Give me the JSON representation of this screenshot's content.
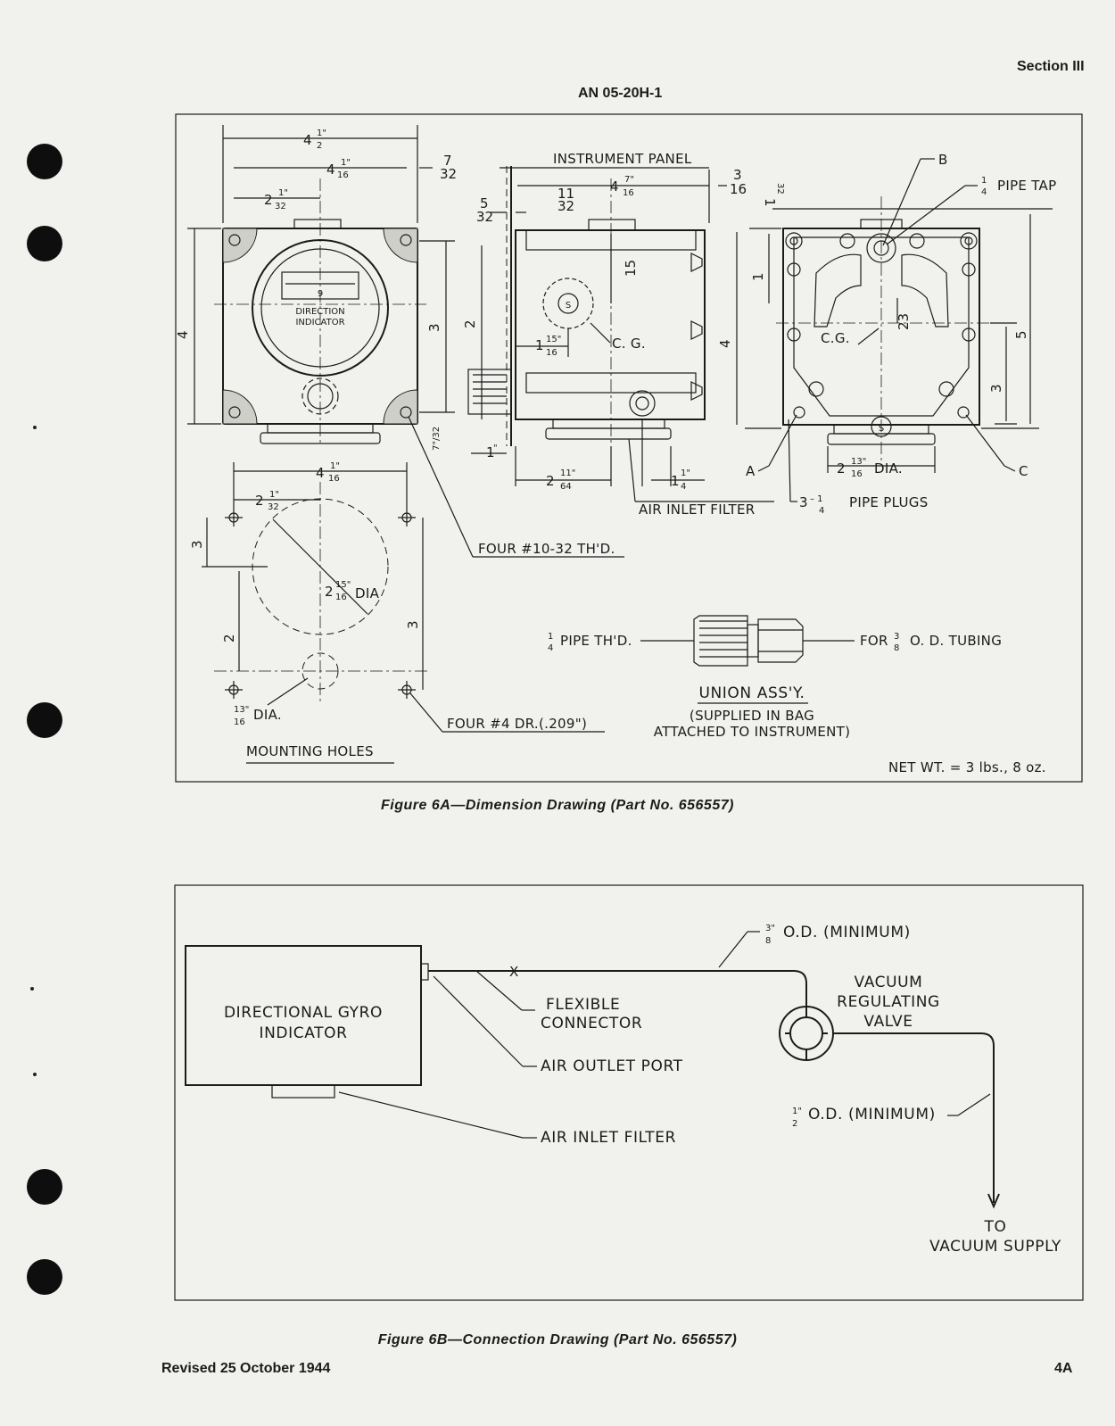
{
  "header": {
    "section": "Section III",
    "doc_number": "AN 05-20H-1"
  },
  "figure_6a": {
    "caption": "Figure 6A—Dimension Drawing (Part No. 656557)",
    "labels": {
      "instrument_panel": "INSTRUMENT PANEL",
      "b": "B",
      "pipe_tap": "PIPE TAP",
      "cg_side": "C. G.",
      "cg_back": "C.G.",
      "a": "A",
      "c": "C",
      "dia_2_13_16": "DIA.",
      "pipe_plugs": "PIPE PLUGS",
      "air_inlet_filter": "AIR INLET FILTER",
      "four_10_32": "FOUR #10-32 TH'D.",
      "four_4_dr": "FOUR #4 DR.(.209\")",
      "dia_15_16": "DIA",
      "dia_13_16": "DIA.",
      "mounting_holes": "MOUNTING HOLES",
      "pipe_thd": "PIPE TH'D.",
      "for_tubing": "FOR",
      "od_tubing": "O. D. TUBING",
      "union_assy": "UNION ASS'Y.",
      "supplied_line1": "(SUPPLIED IN BAG",
      "supplied_line2": "ATTACHED TO INSTRUMENT)",
      "net_wt": "NET WT. = 3 lbs., 8 oz.",
      "dial_number": "9",
      "dial_line1": "DIRECTION",
      "dial_line2": "INDICATOR",
      "s_mark": "S"
    },
    "dims": {
      "d4_1_2": "4",
      "d4_1_16": "4",
      "d2_1_32": "2",
      "d7_32": "7",
      "d4_7_16": "4",
      "d3_16": "3",
      "d5_32": "5",
      "d11_32": "11",
      "d4_11_32": "4",
      "d3_29_32": "3",
      "d2_7_8": "2",
      "d15_16": "15",
      "d1_15_16": "1",
      "d1": "1",
      "d2_11_64": "2",
      "d1_1_4": "1",
      "d1_1_8": "1",
      "d4_29_32": "4",
      "d23_32": "23",
      "d3_1_4": "3",
      "d5_3_16": "5",
      "d1_32": "1",
      "d2_13_16": "2",
      "d3_1_4_plugs": "3",
      "d3_8": "3",
      "d2_15_16": "2",
      "d2_3_32": "2",
      "d3_29_32_b": "3"
    }
  },
  "figure_6b": {
    "caption": "Figure 6B—Connection Drawing (Part No. 656557)",
    "gyro_line1": "DIRECTIONAL GYRO",
    "gyro_line2": "INDICATOR",
    "od_3_8": "O.D. (MINIMUM)",
    "x_mark": "X",
    "flexible_line1": "FLEXIBLE",
    "flexible_line2": "CONNECTOR",
    "air_outlet_port": "AIR OUTLET PORT",
    "air_inlet_filter": "AIR INLET FILTER",
    "valve_line1": "VACUUM",
    "valve_line2": "REGULATING",
    "valve_line3": "VALVE",
    "od_1_2": "O.D. (MINIMUM)",
    "to_line1": "TO",
    "to_line2": "VACUUM SUPPLY"
  },
  "footer": {
    "revised": "Revised 25 October 1944",
    "page": "4A"
  }
}
